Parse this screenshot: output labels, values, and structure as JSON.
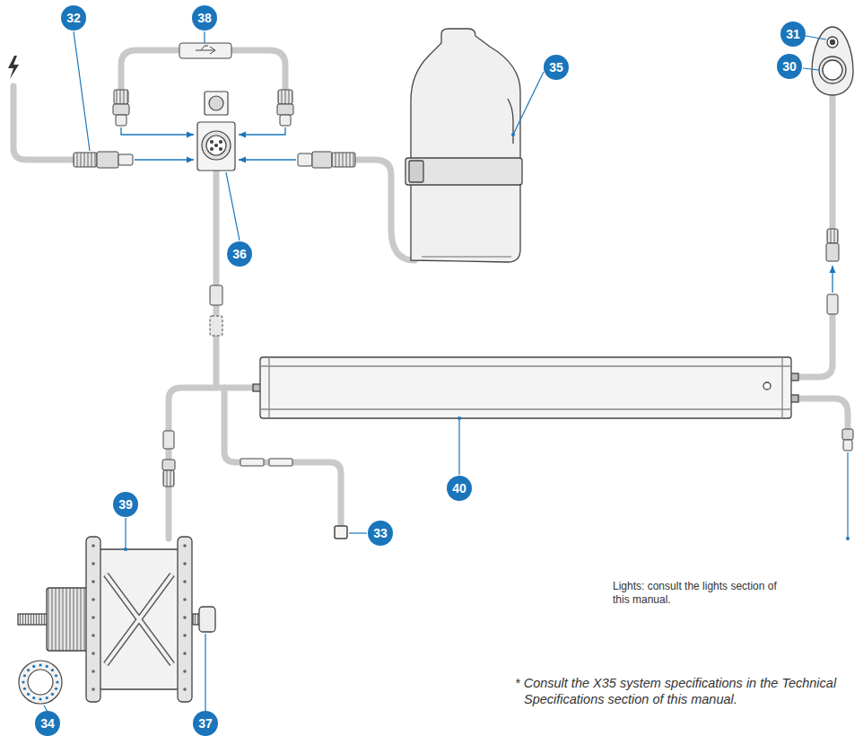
{
  "diagram": {
    "labels": [
      "32",
      "38",
      "35",
      "31",
      "30",
      "36",
      "40",
      "39",
      "33",
      "34",
      "37",
      "Lights: consult the lights section of this manual.",
      "* Consult the X35 system specifications in the Technical Specifications section of this manual."
    ]
  }
}
